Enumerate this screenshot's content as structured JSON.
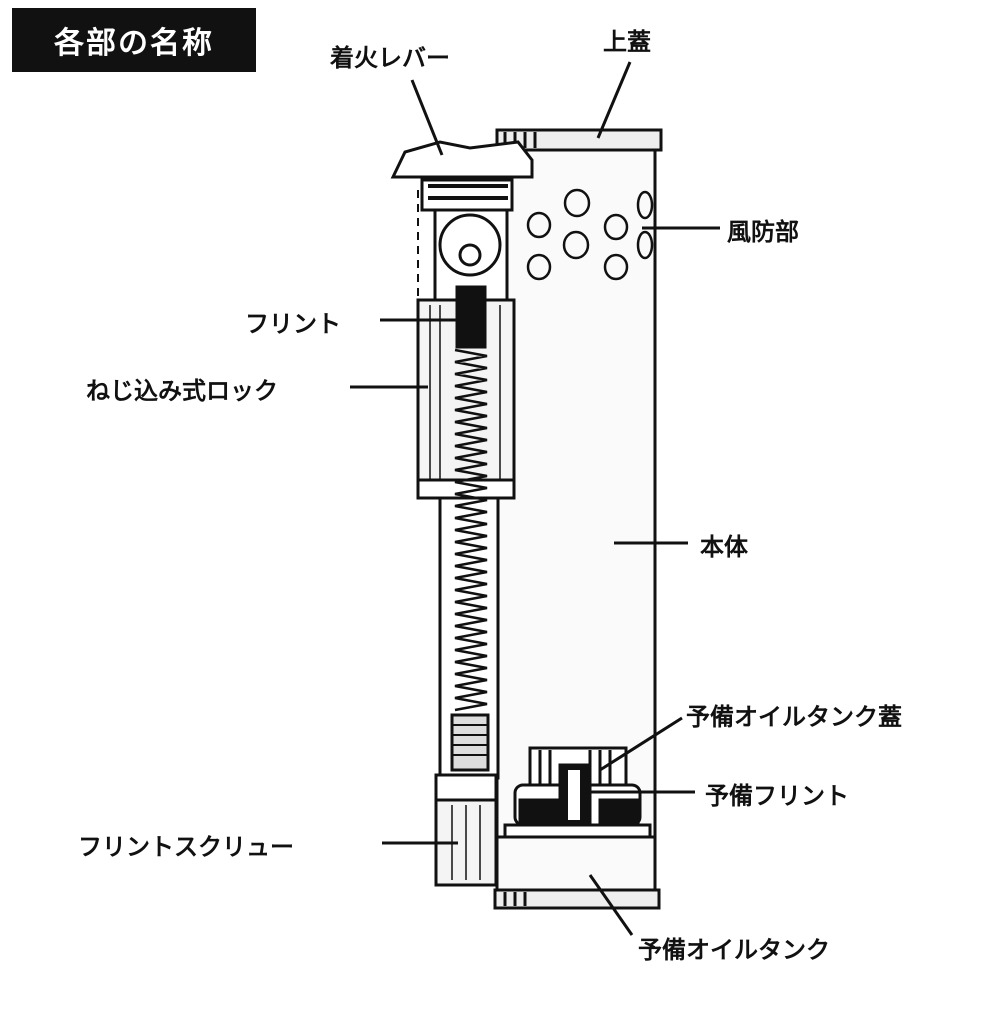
{
  "title": "各部の名称",
  "labels": {
    "ignition_lever": "着火レバー",
    "top_lid": "上蓋",
    "windscreen": "風防部",
    "flint": "フリント",
    "screw_lock": "ねじ込み式ロック",
    "body": "本体",
    "spare_tank_lid": "予備オイルタンク蓋",
    "spare_flint": "予備フリント",
    "flint_screw": "フリントスクリュー",
    "spare_tank": "予備オイルタンク"
  },
  "colors": {
    "ink": "#111111",
    "paper": "#ffffff",
    "fill": "#eeeeee"
  }
}
